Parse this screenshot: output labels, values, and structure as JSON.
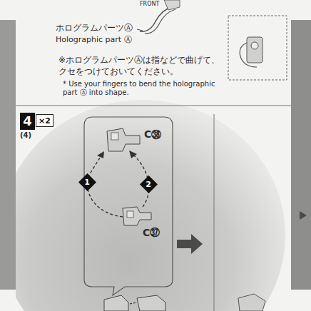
{
  "diagram": {
    "nodes": [
      {
        "text": [
          "4"
        ]
      },
      {
        "text": [
          "×2"
        ]
      },
      {
        "text": [
          "1"
        ]
      },
      {
        "text": [
          "2"
        ]
      }
    ],
    "labels": [
      "FRONT",
      "ホログラムパーツⒶ",
      "Holographic part Ⓐ",
      "※ホログラムパーツⒶは指などで曲げて、クセをつけておいてください。",
      "* Use your fingers to bend the holographic part Ⓐ into shape.",
      "(4)",
      "C㊳",
      "C㊲"
    ]
  }
}
